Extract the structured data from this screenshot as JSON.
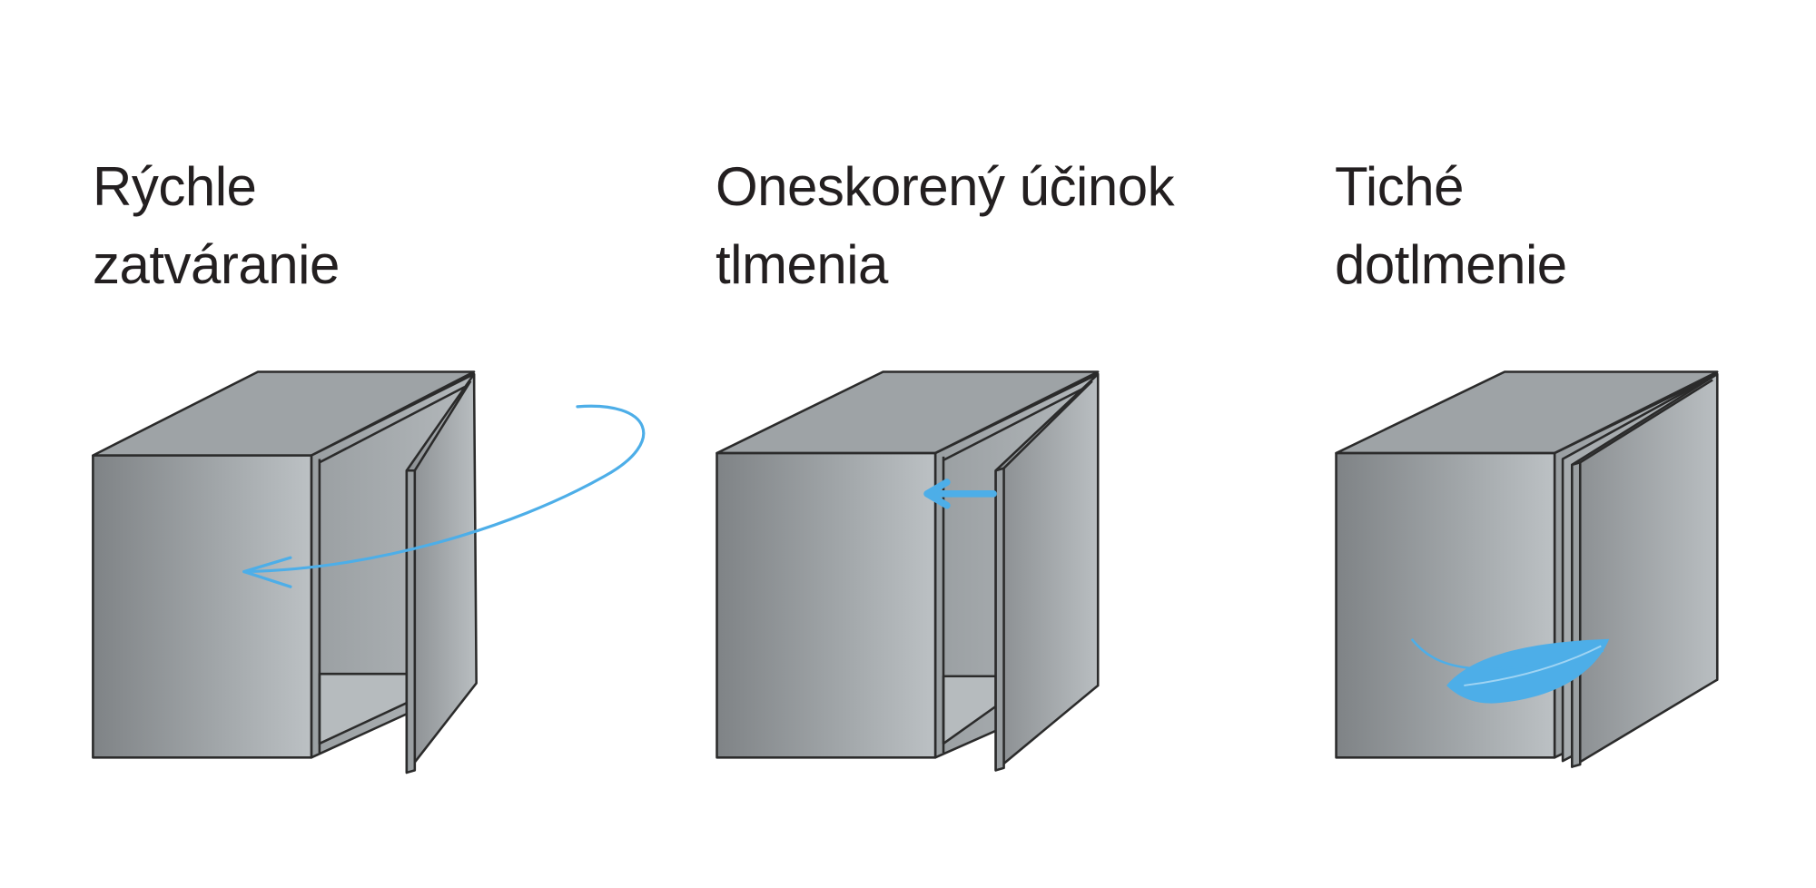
{
  "panels": [
    {
      "title_line1": "Rýchle",
      "title_line2": "zatváranie",
      "icon": "curved-arrow-icon"
    },
    {
      "title_line1": "Oneskorený účinok",
      "title_line2": "tlmenia",
      "icon": "short-arrow-icon"
    },
    {
      "title_line1": "Tiché",
      "title_line2": "dotlmenie",
      "icon": "feather-icon"
    }
  ],
  "colors": {
    "cabinet_dark": "#7f8386",
    "cabinet_light": "#b9bec1",
    "accent": "#4daee8",
    "outline": "#2b2b2b"
  }
}
